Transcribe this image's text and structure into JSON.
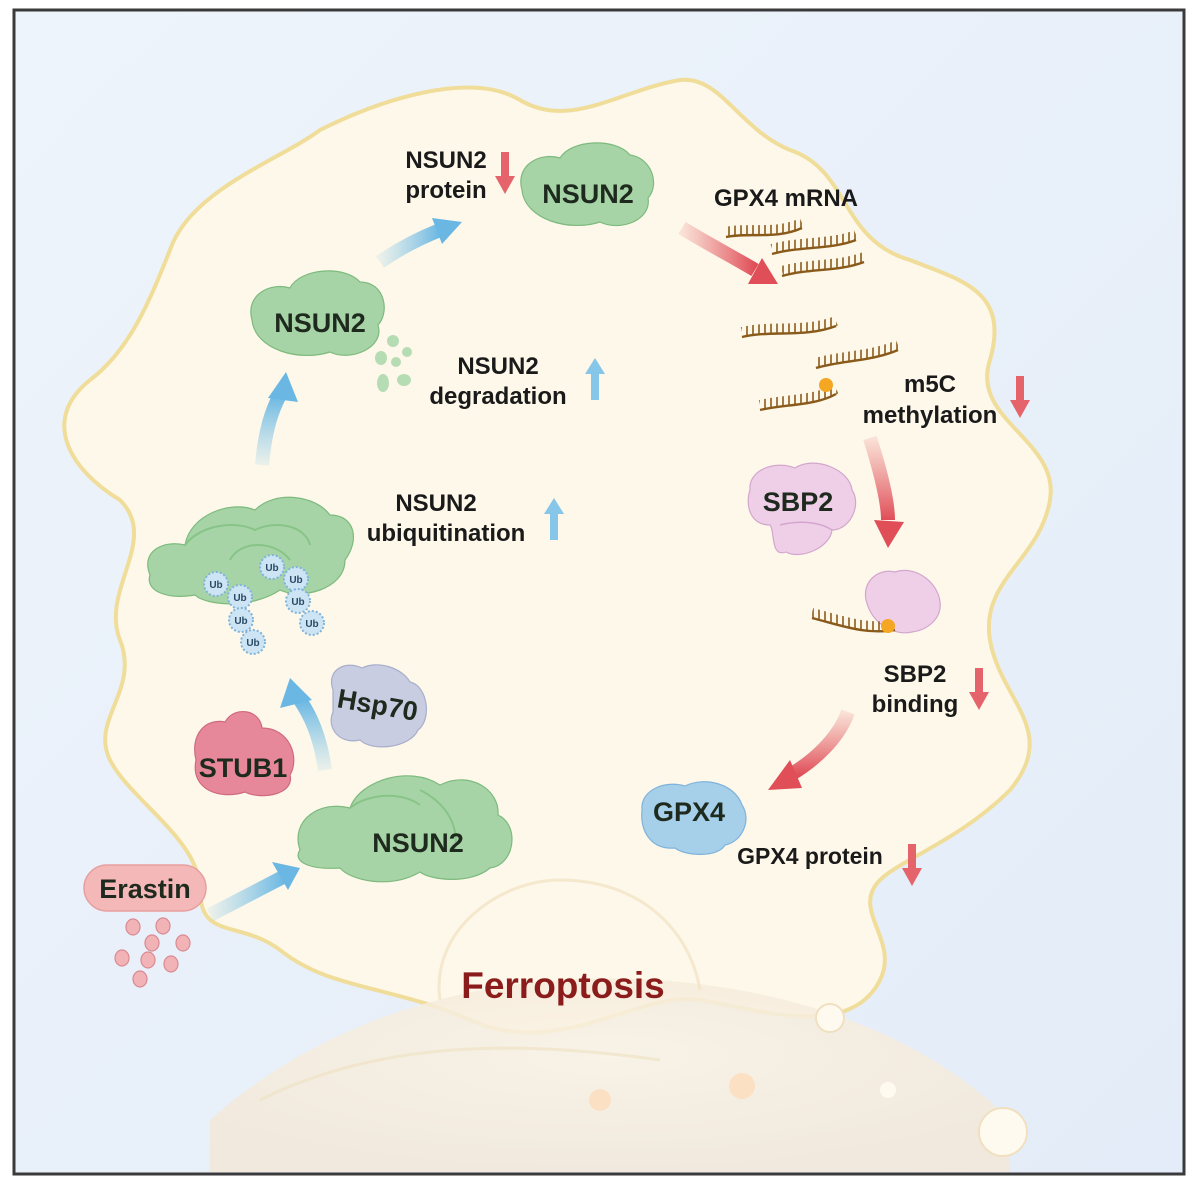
{
  "proteins": {
    "nsun2_bottom": "NSUN2",
    "nsun2_left": "NSUN2",
    "nsun2_top": "NSUN2",
    "stub1": "STUB1",
    "hsp70": "Hsp70",
    "sbp2": "SBP2",
    "gpx4": "GPX4",
    "erastin": "Erastin",
    "ub": "Ub"
  },
  "labels": {
    "nsun2_protein_line1": "NSUN2",
    "nsun2_protein_line2": "protein",
    "gpx4_mrna": "GPX4 mRNA",
    "nsun2_degradation_line1": "NSUN2",
    "nsun2_degradation_line2": "degradation",
    "nsun2_ubiquitination_line1": "NSUN2",
    "nsun2_ubiquitination_line2": "ubiquitination",
    "m5c_line1": "m5C",
    "m5c_line2": "methylation",
    "sbp2_binding_line1": "SBP2",
    "sbp2_binding_line2": "binding",
    "gpx4_protein": "GPX4 protein",
    "ferroptosis": "Ferroptosis"
  },
  "colors": {
    "background": "#e8f0fa",
    "cell": "#fdf8ea",
    "cell_border": "#f0dd9a",
    "blue_arrow": "#86c6e8",
    "red_arrow": "#e5646b",
    "nsun2": "#9fd0a0",
    "stub1": "#e07a8c",
    "hsp70": "#c3c8dc",
    "sbp2": "#eecfe6",
    "gpx4": "#9fcbe6",
    "erastin": "#f4b8b8",
    "ferroptosis_text": "#8b1c1c",
    "mrna": "#8a5a1a",
    "methyl_dot": "#f5a623"
  },
  "icons": [
    "ubiquitin-icon",
    "mrna-strand-icon",
    "methyl-mark-icon",
    "drug-particle-icon",
    "up-arrow-icon",
    "down-arrow-icon"
  ]
}
